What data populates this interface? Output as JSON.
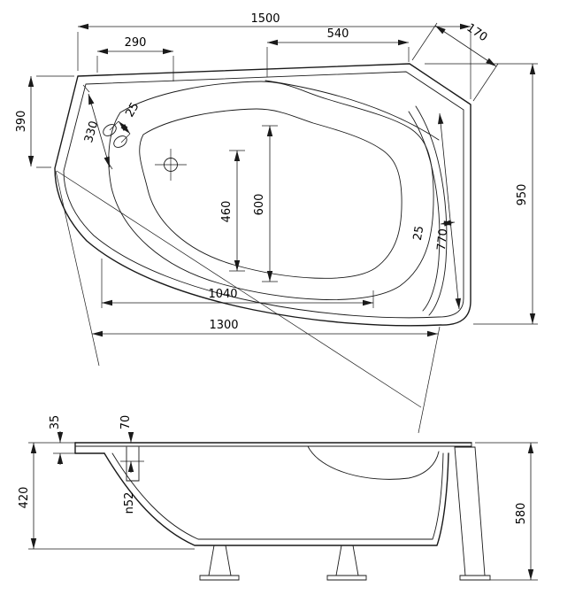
{
  "page": {
    "background": "#ffffff",
    "line_color": "#1a1a1a"
  },
  "plan_view": {
    "name": "bathtub-top-view",
    "dims": {
      "overall_width": "1500",
      "corner_cut": "170",
      "left_segment": "290",
      "headrest_width": "540",
      "left_side_depth": "390",
      "faucet_offset": "330",
      "faucet_spacing": "25",
      "basin_width": "600",
      "basin_floor_width": "460",
      "rim_ledge": "25",
      "inner_side_length": "770",
      "overall_depth": "950",
      "bottom_inner_width": "1040",
      "bottom_width": "1300"
    }
  },
  "side_view": {
    "name": "bathtub-side-view",
    "dims": {
      "rim_lip": "35",
      "rim_height": "70",
      "overflow_diameter": "n52",
      "shell_height": "420",
      "overall_height": "580"
    }
  }
}
